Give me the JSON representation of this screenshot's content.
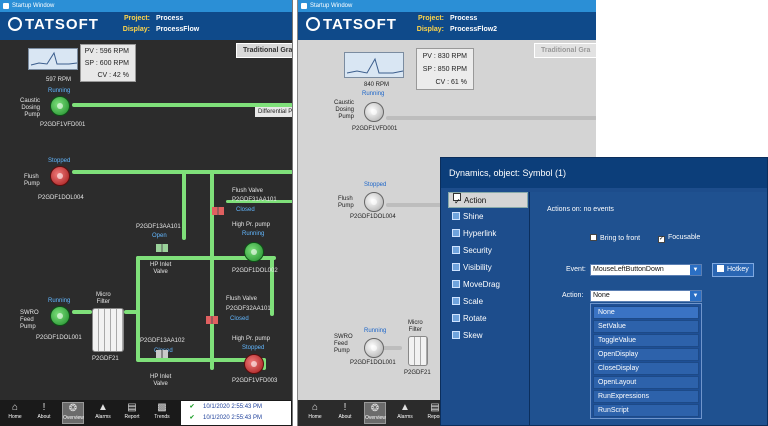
{
  "left_window": {
    "title": "Startup Window",
    "brand": "TATSOFT",
    "project_label": "Project:",
    "project_value": "Process",
    "display_label": "Display:",
    "display_value": "ProcessFlow",
    "graphics_button": "Traditional Gra",
    "trend_value": "597 RPM",
    "pv": "PV : 596 RPM",
    "sp": "SP : 600 RPM",
    "cv": "CV : 42 %",
    "caustic_status": "Running",
    "caustic_name": "Caustic\nDosing\nPump",
    "caustic_tag": "P2GDF1VFD001",
    "differential_label": "Differential P",
    "flush_status": "Stopped",
    "flush_name": "Flush\nPump",
    "flush_tag": "P2GDF1DOL004",
    "flush_valve_label": "Flush Valve",
    "flush_valve_tag": "P2GDF31AA101",
    "flush_valve_status": "Closed",
    "hip_tag1": "P2GDF13AA101",
    "hip_status1": "Open",
    "hip_name1": "HP Inlet\nValve",
    "hp_pump_label1": "High Pr. pump",
    "hp_pump_status1": "Running",
    "hp_pump_tag1": "P2GDF1DOL002",
    "swro_status": "Running",
    "swro_name": "SWRO\nFeed\nPump",
    "swro_tag": "P2GDF1DOL001",
    "micro_label": "Micro\nFilter",
    "micro_tag": "P2GDF21",
    "flush_valve2_label": "Flush Valve",
    "flush_valve2_tag": "P2GDF32AA101",
    "flush_valve2_status": "Closed",
    "hip_tag2": "P2GDF13AA102",
    "hip_status2": "Closed",
    "hip_name2": "HP Inlet\nValve",
    "hp_pump_label2": "High Pr. pump",
    "hp_pump_status2": "Stopped",
    "hp_pump_tag2": "P2GDF1VFD003",
    "nav": [
      "Home",
      "About",
      "Overview",
      "Alarms",
      "Report",
      "Trends"
    ],
    "alarm_rows": [
      "10/1/2020 2:55:43 PM",
      "10/1/2020 2:55:43 PM"
    ]
  },
  "right_window": {
    "title": "Startup Window",
    "brand": "TATSOFT",
    "project_label": "Project:",
    "project_value": "Process",
    "display_label": "Display:",
    "display_value": "ProcessFlow2",
    "graphics_button": "Traditional Gra",
    "trend_value": "840 RPM",
    "pv": "PV : 830 RPM",
    "sp": "SP : 850 RPM",
    "cv": "CV : 61 %",
    "caustic_status": "Running",
    "caustic_name": "Caustic\nDosing\nPump",
    "caustic_tag": "P2GDF1VFD001",
    "flush_status": "Stopped",
    "flush_name": "Flush\nPump",
    "flush_tag": "P2GDF1DOL004",
    "swro_status": "Running",
    "swro_name": "SWRO\nFeed\nPump",
    "swro_tag": "P2GDF1DOL001",
    "micro_label": "Micro\nFilter",
    "micro_tag": "P2GDF21",
    "nav": [
      "Home",
      "About",
      "Overview",
      "Alarms",
      "Report"
    ]
  },
  "dialog": {
    "title": "Dynamics, object: Symbol (1)",
    "tabs": [
      "Action",
      "Shine",
      "Hyperlink",
      "Security",
      "Visibility",
      "MoveDrag",
      "Scale",
      "Rotate",
      "Skew"
    ],
    "selected_tab": "Action",
    "actions_on": "Actions on:  no events",
    "bring_to_front": "Bring to front",
    "focusable": "Focusable",
    "event_label": "Event:",
    "event_value": "MouseLeftButtonDown",
    "hotkey_label": "Hotkey",
    "action_label": "Action:",
    "action_value": "None",
    "action_options": [
      "None",
      "SetValue",
      "ToggleValue",
      "OpenDisplay",
      "CloseDisplay",
      "OpenLayout",
      "RunExpressions",
      "RunScript"
    ]
  }
}
